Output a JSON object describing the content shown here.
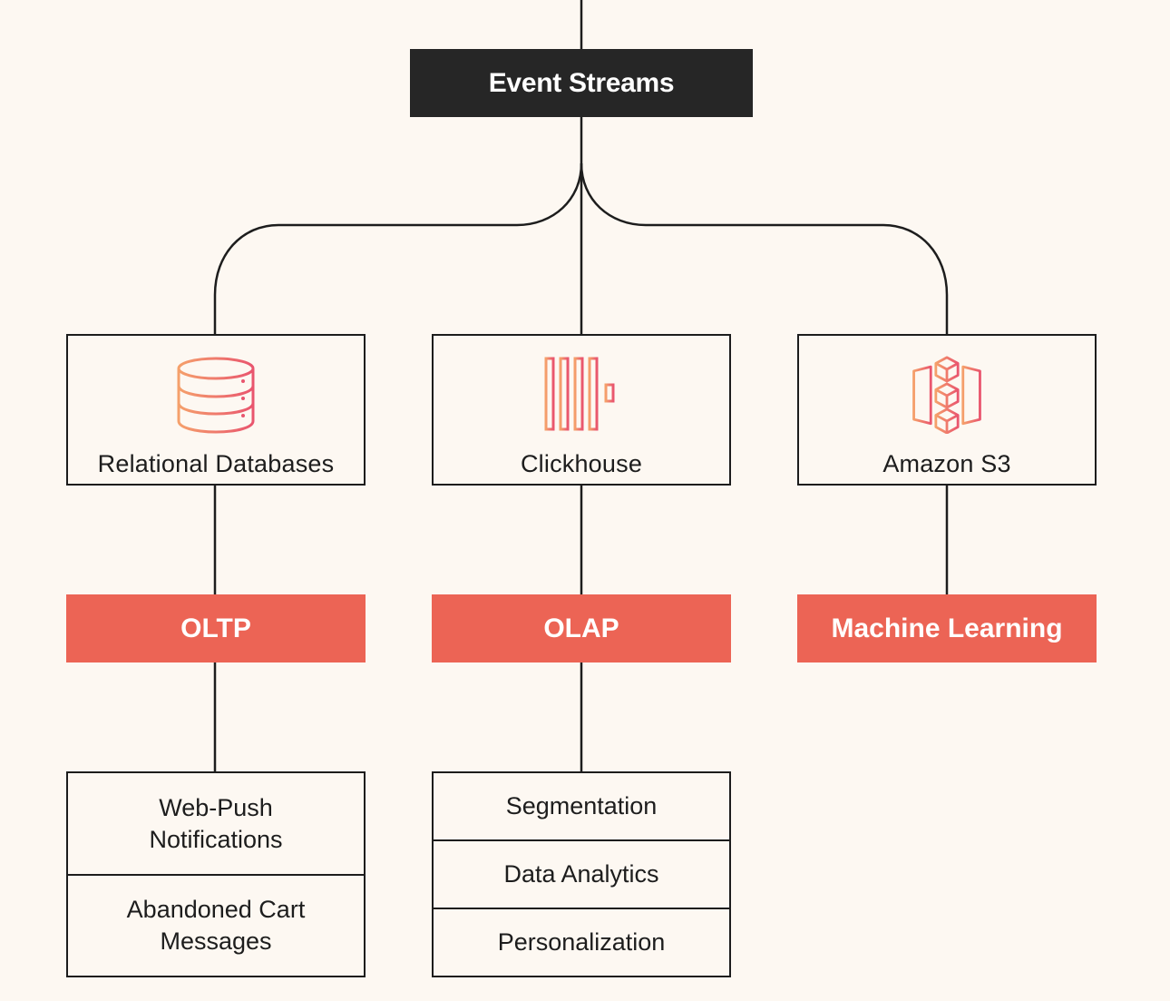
{
  "diagram": {
    "root": {
      "label": "Event Streams"
    },
    "branches": [
      {
        "store": {
          "label": "Relational Databases",
          "icon": "database-icon"
        },
        "category": {
          "label": "OLTP"
        },
        "use_cases": [
          "Web-Push Notifications",
          "Abandoned Cart Messages"
        ]
      },
      {
        "store": {
          "label": "Clickhouse",
          "icon": "columnar-storage-icon"
        },
        "category": {
          "label": "OLAP"
        },
        "use_cases": [
          "Segmentation",
          "Data Analytics",
          "Personalization"
        ]
      },
      {
        "store": {
          "label": "Amazon S3",
          "icon": "s3-bucket-icon"
        },
        "category": {
          "label": "Machine Learning"
        },
        "use_cases": []
      }
    ]
  },
  "colors": {
    "background": "#fdf8f2",
    "root_fill": "#262626",
    "category_fill": "#ec6455",
    "line": "#1d1d1d",
    "icon_gradient_start": "#f5a06b",
    "icon_gradient_end": "#e9556e"
  }
}
